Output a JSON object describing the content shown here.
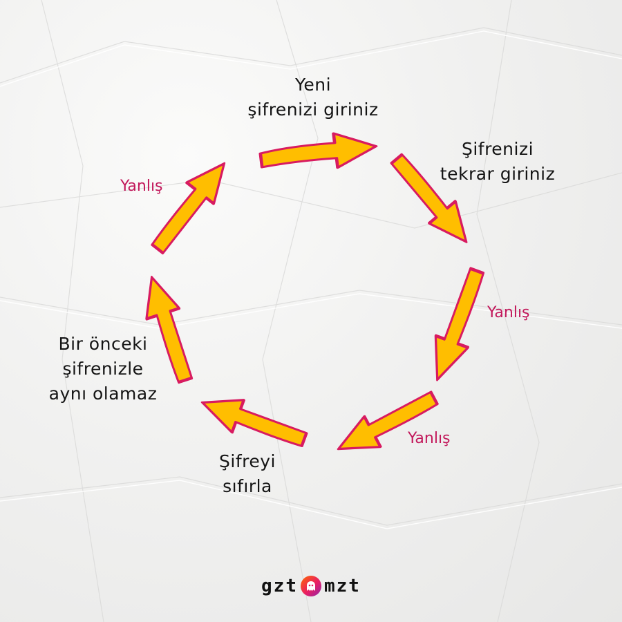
{
  "nodes": {
    "new_password": [
      "Yeni",
      "şifrenizi giriniz"
    ],
    "repeat_password": [
      "Şifrenizi",
      "tekrar giriniz"
    ],
    "reset_password": [
      "Şifreyi",
      "sıfırla"
    ],
    "same_as_previous": [
      "Bir önceki",
      "şifrenizle",
      "aynı olamaz"
    ]
  },
  "edge_labels": {
    "right": "Yanlış",
    "bottom": "Yanlış",
    "top_left": "Yanlış"
  },
  "logo": {
    "left": "gzt",
    "right": "mzt"
  },
  "colors": {
    "arrow_fill": "#ffbe00",
    "arrow_stroke": "#d81b60",
    "edge_label": "#c2185b"
  }
}
